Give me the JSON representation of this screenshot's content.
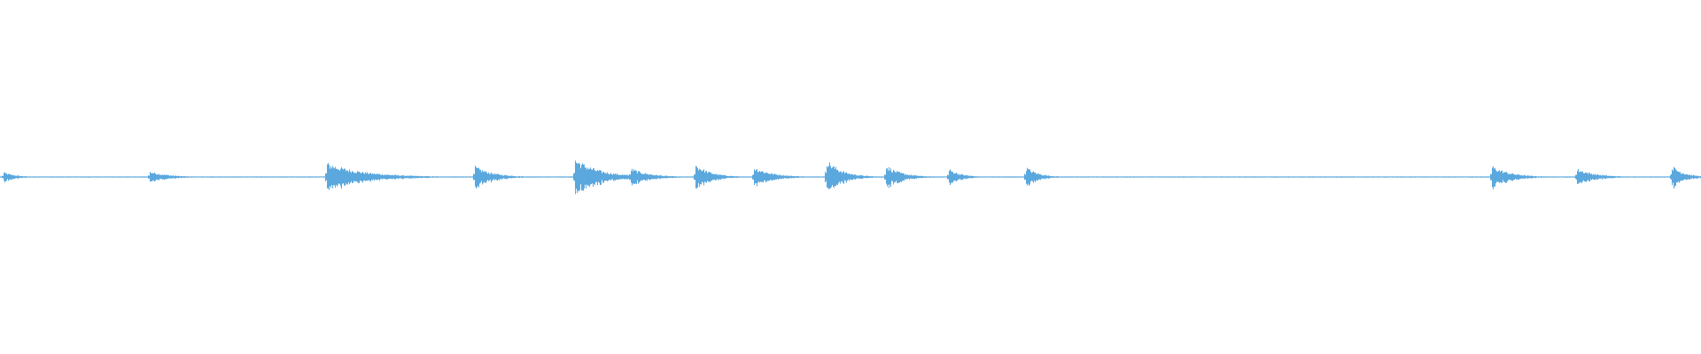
{
  "waveform": {
    "color": "#5ba8de",
    "background": "#ffffff",
    "duration_fraction_onsets": [
      {
        "t": 0.002,
        "amp": 0.14,
        "decay": 0.02
      },
      {
        "t": 0.088,
        "amp": 0.17,
        "decay": 0.03
      },
      {
        "t": 0.192,
        "amp": 0.42,
        "decay": 0.06
      },
      {
        "t": 0.279,
        "amp": 0.32,
        "decay": 0.03
      },
      {
        "t": 0.338,
        "amp": 0.55,
        "decay": 0.04
      },
      {
        "t": 0.371,
        "amp": 0.26,
        "decay": 0.03
      },
      {
        "t": 0.409,
        "amp": 0.38,
        "decay": 0.025
      },
      {
        "t": 0.443,
        "amp": 0.3,
        "decay": 0.03
      },
      {
        "t": 0.486,
        "amp": 0.52,
        "decay": 0.025
      },
      {
        "t": 0.521,
        "amp": 0.35,
        "decay": 0.025
      },
      {
        "t": 0.558,
        "amp": 0.24,
        "decay": 0.02
      },
      {
        "t": 0.603,
        "amp": 0.3,
        "decay": 0.02
      },
      {
        "t": 0.877,
        "amp": 0.33,
        "decay": 0.03
      },
      {
        "t": 0.927,
        "amp": 0.25,
        "decay": 0.03
      },
      {
        "t": 0.983,
        "amp": 0.34,
        "decay": 0.02
      }
    ],
    "noise_level": 0.012
  }
}
